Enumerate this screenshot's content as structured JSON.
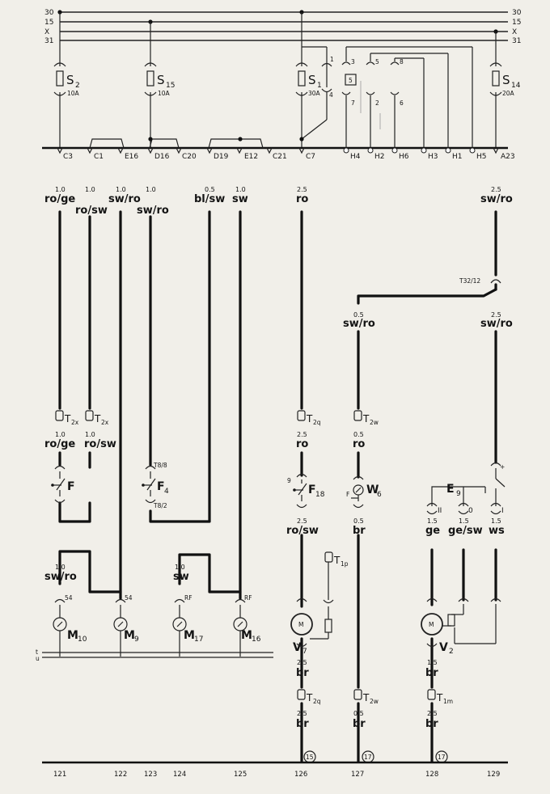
{
  "bus_lines": [
    "30",
    "15",
    "X",
    "31"
  ],
  "fuses": [
    {
      "name": "S",
      "sub": "2",
      "rating": "10A"
    },
    {
      "name": "S",
      "sub": "15",
      "rating": "10A"
    },
    {
      "name": "S",
      "sub": "1",
      "rating": "30A"
    },
    {
      "name": "S",
      "sub": "14",
      "rating": "20A"
    }
  ],
  "s1_pins": {
    "top": "1",
    "bottom": "4"
  },
  "relay": {
    "label": "5",
    "pins_top": [
      "3",
      "5",
      "8"
    ],
    "pins_bottom": [
      "7",
      "2",
      "6"
    ]
  },
  "terminals": [
    "C3",
    "C1",
    "E16",
    "D16",
    "C20",
    "D19",
    "E12",
    "C21",
    "C7",
    "H4",
    "H2",
    "H6",
    "H3",
    "H1",
    "H5",
    "A23"
  ],
  "wires_top": [
    {
      "size": "1.0",
      "color": "ro/ge"
    },
    {
      "size": "1.0",
      "color": "ro/sw"
    },
    {
      "size": "1.0",
      "color": "sw/ro"
    },
    {
      "size": "1.0",
      "color": "sw/ro"
    },
    {
      "size": "0.5",
      "color": "bl/sw"
    },
    {
      "size": "1.0",
      "color": "sw"
    },
    {
      "size": "2.5",
      "color": "ro"
    },
    {
      "size": "2.5",
      "color": "sw/ro"
    }
  ],
  "connector_t32": "T32/12",
  "wire_mid_left": {
    "size": "0.5",
    "color": "sw/ro"
  },
  "wire_mid_right": {
    "size": "2.5",
    "color": "sw/ro"
  },
  "connectors_mid": [
    {
      "name": "T",
      "sub": "2x"
    },
    {
      "name": "T",
      "sub": "2x"
    },
    {
      "name": "T",
      "sub": "2q"
    },
    {
      "name": "T",
      "sub": "2w"
    }
  ],
  "wires_mid2": [
    {
      "size": "1.0",
      "color": "ro/ge"
    },
    {
      "size": "1.0",
      "color": "ro/sw"
    },
    {
      "size": "2.5",
      "color": "ro"
    },
    {
      "size": "0.5",
      "color": "ro"
    }
  ],
  "switches": [
    {
      "name": "F",
      "sub": ""
    },
    {
      "name": "F",
      "sub": "4",
      "pin_top": "T8/8",
      "pin_bottom": "T8/2"
    },
    {
      "name": "F",
      "sub": "18",
      "pin": "9"
    },
    {
      "name": "W",
      "sub": "6",
      "pin": "F"
    },
    {
      "name": "E",
      "sub": "9"
    }
  ],
  "e9_pins": [
    "II",
    "0",
    "I"
  ],
  "wires_below_switch": [
    {
      "size": "2.5",
      "color": "ro/sw"
    },
    {
      "size": "0.5",
      "color": "br"
    },
    {
      "size": "1.5",
      "color": "ge"
    },
    {
      "size": "1.5",
      "color": "ge/sw"
    },
    {
      "size": "1.5",
      "color": "ws"
    }
  ],
  "wires_gauge": [
    {
      "size": "1.0",
      "color": "sw/ro"
    },
    {
      "size": "1.0",
      "color": "sw"
    }
  ],
  "gauge_pins": [
    "54",
    "54",
    "RF",
    "RF"
  ],
  "gauges": [
    {
      "name": "M",
      "sub": "10"
    },
    {
      "name": "M",
      "sub": "9"
    },
    {
      "name": "M",
      "sub": "17"
    },
    {
      "name": "M",
      "sub": "16"
    }
  ],
  "t1p": {
    "name": "T",
    "sub": "1p"
  },
  "motors": [
    {
      "name": "V",
      "sub": "7"
    },
    {
      "name": "V",
      "sub": "2"
    }
  ],
  "left_marks": [
    "t",
    "u"
  ],
  "wires_lower": [
    {
      "size": "2.5",
      "color": "br"
    },
    {
      "size": "1.5",
      "color": "br"
    }
  ],
  "connectors_low": [
    {
      "name": "T",
      "sub": "2q"
    },
    {
      "name": "T",
      "sub": "2w"
    },
    {
      "name": "T",
      "sub": "1m"
    }
  ],
  "wires_bottom": [
    {
      "size": "2.5",
      "color": "br"
    },
    {
      "size": "0.5",
      "color": "br"
    },
    {
      "size": "2.5",
      "color": "br"
    }
  ],
  "ground_refs": [
    "15",
    "17",
    "17"
  ],
  "column_numbers": [
    "121",
    "122",
    "123",
    "124",
    "125",
    "126",
    "127",
    "128",
    "129"
  ]
}
